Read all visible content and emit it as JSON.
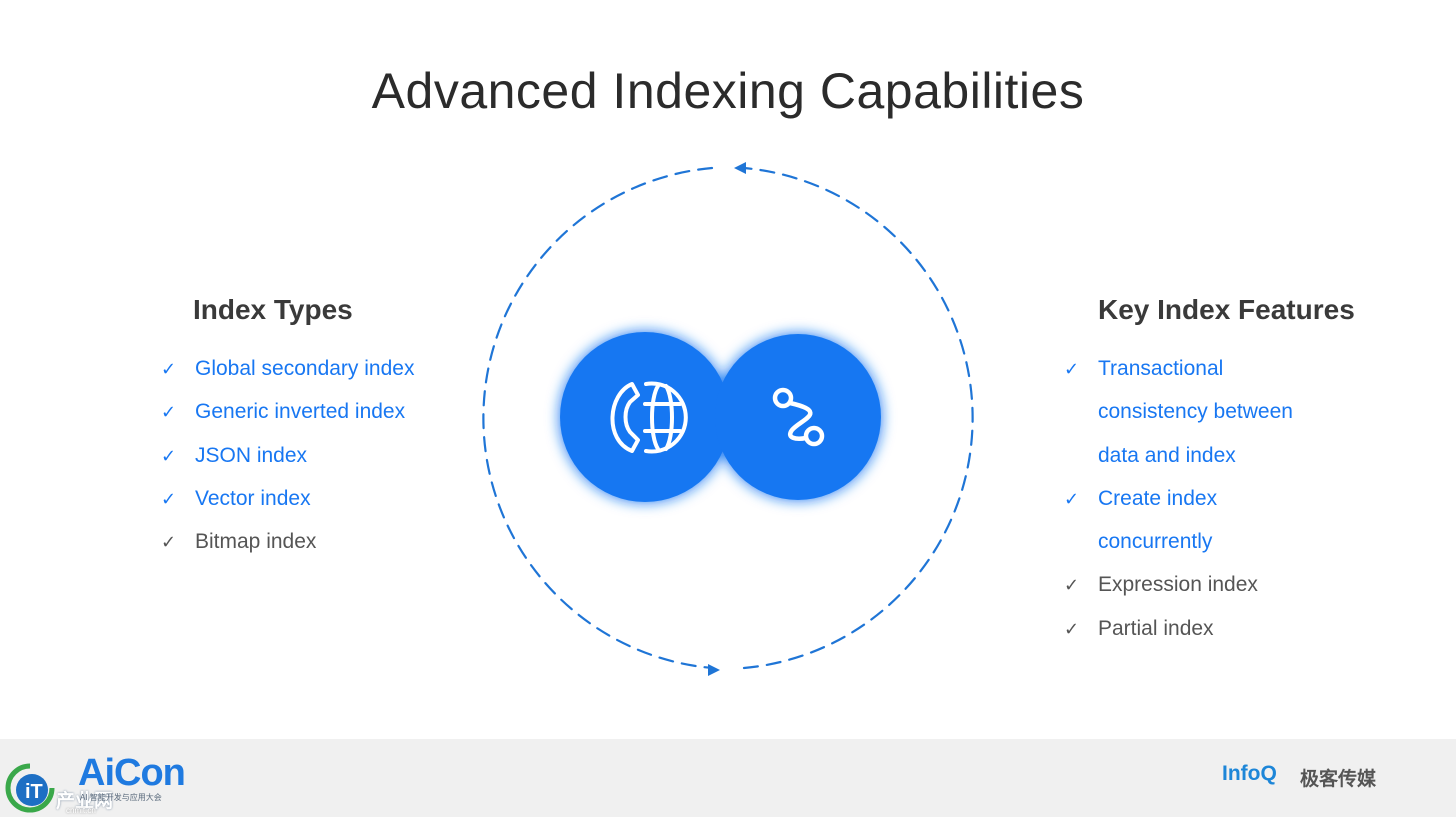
{
  "slide": {
    "title": "Advanced Indexing Capabilities"
  },
  "left_panel": {
    "title": "Index Types",
    "items": [
      {
        "label": "Global secondary index",
        "highlighted": true
      },
      {
        "label": "Generic inverted index",
        "highlighted": true
      },
      {
        "label": "JSON index",
        "highlighted": true
      },
      {
        "label": "Vector index",
        "highlighted": true
      },
      {
        "label": "Bitmap index",
        "highlighted": false
      }
    ]
  },
  "right_panel": {
    "title": "Key Index Features",
    "items": [
      {
        "lines": [
          "Transactional",
          "consistency between",
          "data and index"
        ],
        "highlighted": true
      },
      {
        "lines": [
          "Create index",
          "concurrently"
        ],
        "highlighted": true
      },
      {
        "lines": [
          "Expression index"
        ],
        "highlighted": false
      },
      {
        "lines": [
          "Partial index"
        ],
        "highlighted": false
      }
    ]
  },
  "check_glyph": "✓",
  "center_graphic": {
    "left_icon": "globe-phone-icon",
    "right_icon": "route-path-icon",
    "accent_color": "#1877f2",
    "ring_color": "#1f75d6"
  },
  "footer": {
    "left_logo": "AiCon",
    "left_logo_subtitle": "AI 智能开发与应用大会",
    "watermark_text": "产业网",
    "watermark_url": "cnmit.cn",
    "right_logo": "InfoQ",
    "right_logo_subtitle": "极客传媒"
  }
}
